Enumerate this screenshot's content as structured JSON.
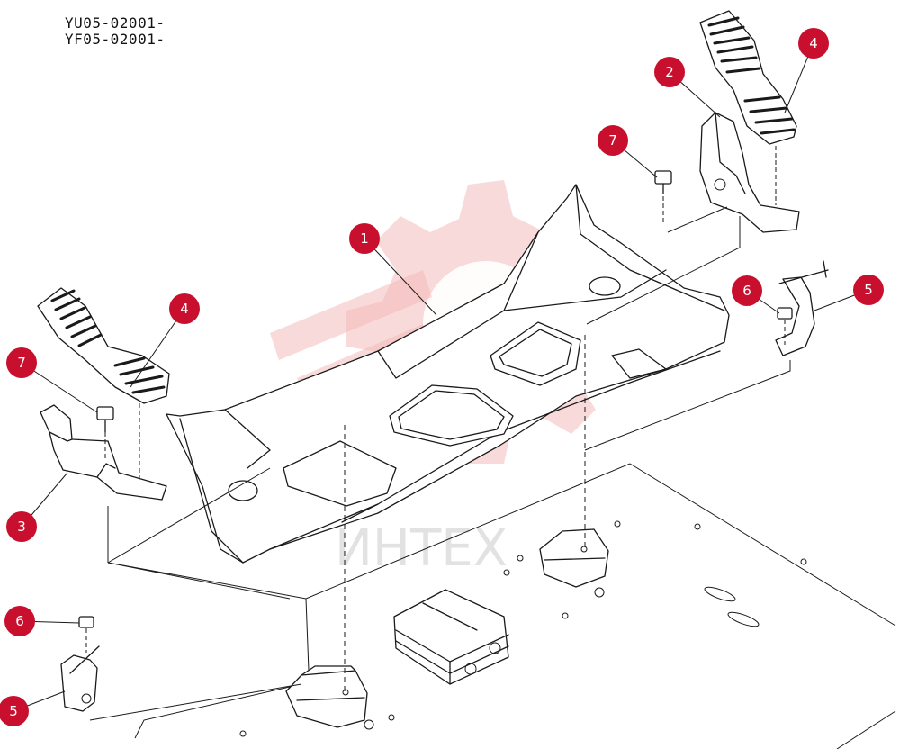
{
  "part_codes": [
    "YU05-02001-",
    "YF05-02001-"
  ],
  "watermark": {
    "text": "ИНТЕХ"
  },
  "callouts": [
    "1",
    "2",
    "3",
    "4",
    "4",
    "5",
    "5",
    "6",
    "6",
    "7",
    "7"
  ],
  "colors": {
    "callout": "#c8102e",
    "watermark": "#f4b6b6"
  }
}
